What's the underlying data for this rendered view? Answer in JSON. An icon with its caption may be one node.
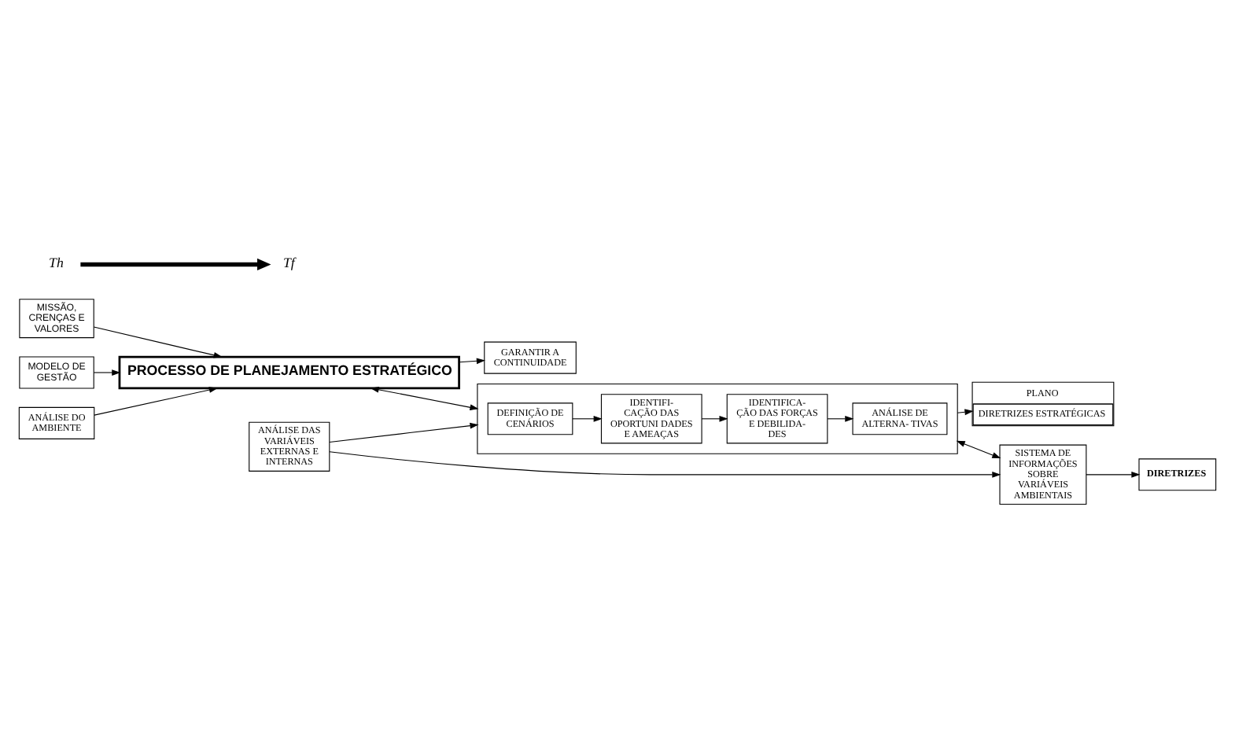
{
  "diagram": {
    "nodes": [
      {
        "text": [
          "MISSÃO, CRENÇAS E VALORES"
        ]
      },
      {
        "text": [
          "MODELO DE GESTÃO"
        ]
      },
      {
        "text": [
          "ANÁLISE DO AMBIENTE"
        ]
      },
      {
        "text": [
          "PROCESSO DE PLANEJAMENTO ESTRATÉGICO"
        ]
      },
      {
        "text": [
          "GARANTIR A CONTINUIDADE"
        ]
      },
      {
        "text": [
          "ANÁLISE DAS VARIÁVEIS EXTERNAS E INTERNAS"
        ]
      },
      {
        "text": [],
        "shape": "box"
      },
      {
        "text": [
          "DEFINIÇÃO DE CENÁRIOS"
        ],
        "in": 6
      },
      {
        "text": [
          "IDENTIFI- CAÇÃO DAS OPORTUNI DADES E AMEAÇAS"
        ],
        "in": 6
      },
      {
        "text": [
          "IDENTIFICA- ÇÃO DAS FORÇAS E DEBILIDA- DES"
        ],
        "in": 6
      },
      {
        "text": [
          "ANÁLISE DE ALTERNA- TIVAS"
        ],
        "in": 6
      },
      {
        "text": [
          "PLANO",
          "DIRETRIZES ESTRATÉGICAS"
        ]
      },
      {
        "text": [
          "SISTEMA DE INFORMAÇÕES SOBRE VARIÁVEIS AMBIENTAIS"
        ]
      },
      {
        "text": [
          "DIRETRIZES"
        ]
      },
      {
        "text": [
          "Th"
        ]
      },
      {
        "text": [
          "Tf"
        ]
      }
    ],
    "edges": [
      {
        "from": 0,
        "to": 3,
        "arrow": "to"
      },
      {
        "from": 1,
        "to": 3,
        "arrow": "to"
      },
      {
        "from": 2,
        "to": 3,
        "arrow": "to"
      },
      {
        "from": 3,
        "to": 4,
        "arrow": "to"
      },
      {
        "from": 3,
        "to": 6,
        "arrow": "both"
      },
      {
        "from": 5,
        "to": 6,
        "arrow": "to"
      },
      {
        "from": 7,
        "to": 8,
        "arrow": "to"
      },
      {
        "from": 8,
        "to": 9,
        "arrow": "to"
      },
      {
        "from": 9,
        "to": 10,
        "arrow": "to"
      },
      {
        "from": 6,
        "to": 11,
        "arrow": "to"
      },
      {
        "from": 6,
        "to": 12,
        "arrow": "both"
      },
      {
        "from": 5,
        "to": 12,
        "arrow": "to"
      },
      {
        "from": 12,
        "to": 13,
        "arrow": "to"
      },
      {
        "from": 14,
        "to": 15,
        "arrow": "to",
        "style": "thick"
      }
    ]
  }
}
